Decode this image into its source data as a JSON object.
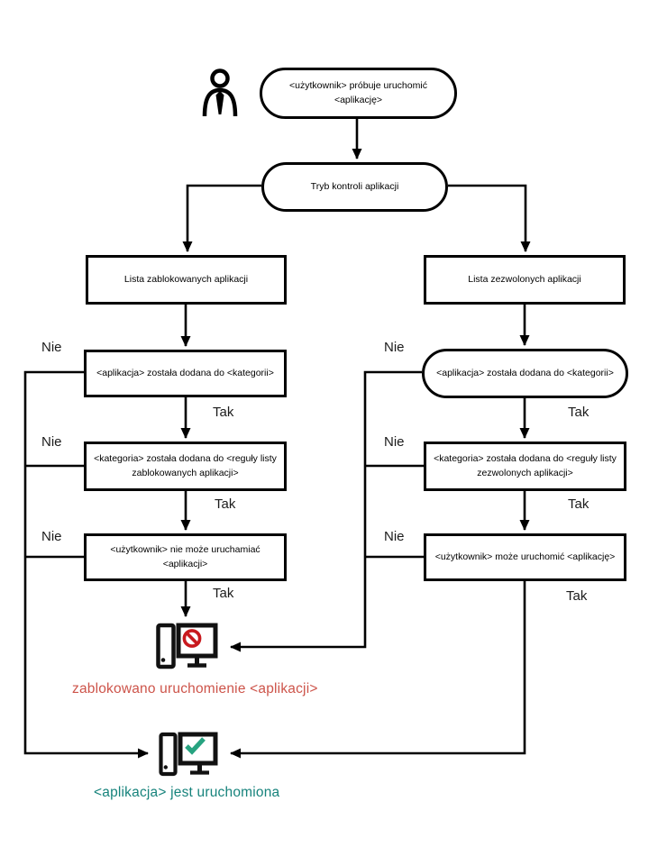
{
  "colors": {
    "line": "#000000",
    "blocked_text": "#cd544a",
    "blocked_icon": "#c8191e",
    "running_text": "#17837c",
    "running_icon": "#27a380"
  },
  "flow": {
    "start": "<użytkownik> próbuje uruchomić <aplikację>",
    "mode": "Tryb kontroli aplikacji",
    "no_label": "Nie",
    "yes_label": "Tak",
    "blocked_branch": {
      "list": "Lista zablokowanych aplikacji",
      "step_category": "<aplikacja> została dodana do <kategorii>",
      "step_rule": "<kategoria> została dodana do <reguły listy zablokowanych aplikacji>",
      "step_result": "<użytkownik> nie może uruchamiać <aplikacji>"
    },
    "allowed_branch": {
      "list": "Lista zezwolonych aplikacji",
      "step_category": "<aplikacja> została dodana do <kategorii>",
      "step_rule": "<kategoria> została dodana do <reguły listy zezwolonych aplikacji>",
      "step_result": "<użytkownik> może uruchomić <aplikację>"
    },
    "outcome_blocked": "zablokowano uruchomienie <aplikacji>",
    "outcome_running": "<aplikacja> jest uruchomiona"
  }
}
